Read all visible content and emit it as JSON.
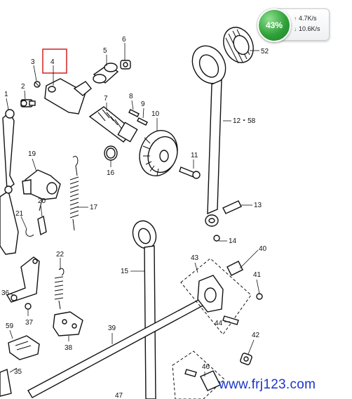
{
  "diagram": {
    "part_numbers": {
      "p1": "1",
      "p2": "2",
      "p3": "3",
      "p4": "4",
      "p5": "5",
      "p6": "6",
      "p7": "7",
      "p8": "8",
      "p9": "9",
      "p10": "10",
      "p11": "11",
      "p12": "12・58",
      "p13": "13",
      "p14": "14",
      "p15": "15",
      "p16": "16",
      "p17": "17",
      "p19": "19",
      "p20": "20",
      "p21": "21",
      "p22": "22",
      "p35": "35",
      "p36": "36",
      "p37": "37",
      "p38": "38",
      "p39": "39",
      "p40": "40",
      "p41": "41",
      "p42": "42",
      "p43": "43",
      "p44": "44",
      "p46": "46",
      "p47": "47",
      "p52": "52",
      "p59": "59"
    },
    "highlight_color": "#d42020"
  },
  "network_widget": {
    "percent": "43%",
    "upload": "4.7K/s",
    "download": "10.6K/s",
    "color": "#2fa13a"
  },
  "watermark": "www.frj123.com"
}
